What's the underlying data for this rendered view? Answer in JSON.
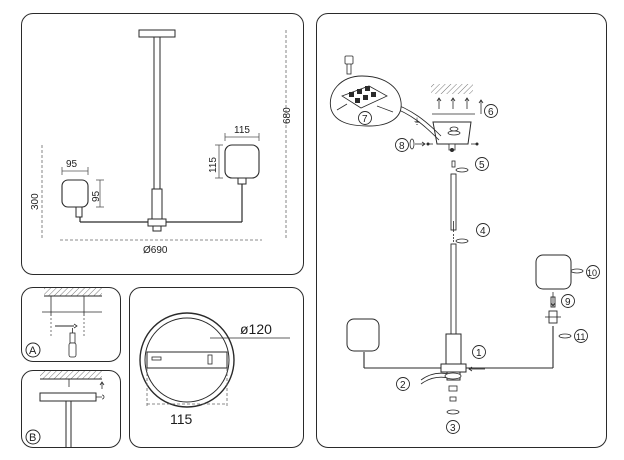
{
  "main_view": {
    "width_shade_right": "115",
    "height_shade_right": "115",
    "width_shade_left": "95",
    "height_shade_left": "95",
    "total_height": "680",
    "min_height": "300",
    "diameter": "Ø690"
  },
  "detail_a": {
    "label": "A"
  },
  "detail_b": {
    "label": "B"
  },
  "canopy_view": {
    "diameter": "ø120",
    "bracket_width": "115"
  },
  "assembly": {
    "steps": [
      "1",
      "2",
      "3",
      "4",
      "5",
      "6",
      "7",
      "8",
      "9",
      "10",
      "11"
    ]
  },
  "colors": {
    "line": "#2a2a2a",
    "dim": "#555555",
    "hatch": "#777777"
  }
}
